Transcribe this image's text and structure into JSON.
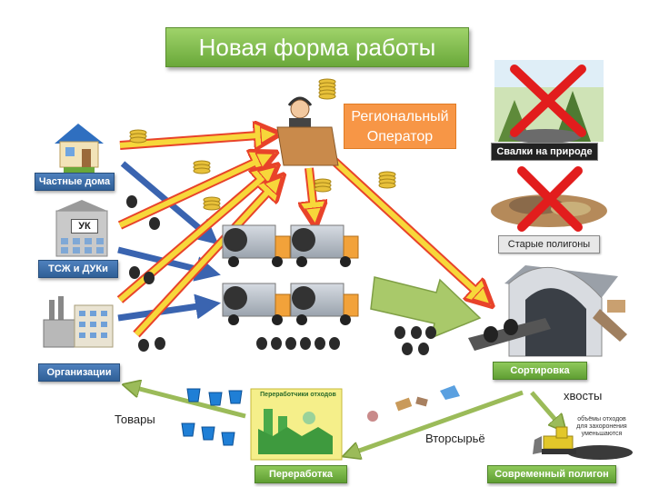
{
  "title": "Новая форма работы",
  "operator": {
    "line1": "Региональный",
    "line2": "Оператор"
  },
  "sources": {
    "houses": "Частные дома",
    "hoa": "ТСЖ и ДУКи",
    "hoa_sign": "УК",
    "orgs": "Организации"
  },
  "bad": {
    "dumps": "Свалки на природе",
    "old": "Старые полигоны"
  },
  "flow": {
    "sorting": "Сортировка",
    "processing": "Переработка",
    "processing_sign": "Переработчики отходов",
    "landfill": "Современный полигон",
    "goods": "Товары",
    "recyclables": "Вторсырьё",
    "tails": "хвосты",
    "landfill_note": "объёмы отходов для захоронения уменьшаются"
  },
  "colors": {
    "yellow_arrow": "#f7d73a",
    "red_arrow": "#e8432a",
    "blue_arrow": "#4472c4",
    "green_arrow": "#9bbb59",
    "label_blue": "#4f81bd",
    "label_green": "#6aa83a",
    "operator_orange": "#f79646"
  }
}
